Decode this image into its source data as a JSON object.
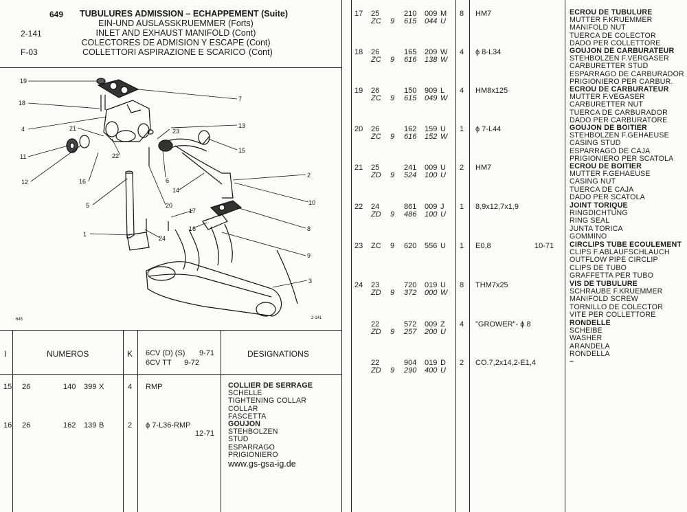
{
  "header": {
    "page_number": "649",
    "ref1": "2-141",
    "ref2": "F-03",
    "title_fr": "TUBULURES ADMISSION – ECHAPPEMENT (Suite)",
    "title_de": "EIN-UND AUSLASSKRUEMMER (Forts)",
    "title_en": "INLET AND EXHAUST MANIFOLD (Cont)",
    "title_es": "COLECTORES DE ADMISION Y ESCAPE (Cont)",
    "title_it": "COLLETTORI ASPIRAZIONE E SCARICO",
    "title_it_cont": "(Cont)"
  },
  "diagram": {
    "callouts": [
      "19",
      "18",
      "4",
      "21",
      "11",
      "12",
      "22",
      "16",
      "23",
      "13",
      "7",
      "15",
      "6",
      "14",
      "2",
      "10",
      "5",
      "20",
      "17",
      "1",
      "24",
      "16",
      "8",
      "9",
      "3"
    ],
    "corner_left": "645",
    "corner_right": "2-141"
  },
  "table_head": {
    "col_i": "I",
    "col_numeros": "NUMEROS",
    "col_k": "K",
    "model1": "6CV (D) (S)",
    "model1_date": "9-71",
    "model2": "6CV TT",
    "model2_date": "9-72",
    "col_designations": "DESIGNATIONS"
  },
  "left_rows": [
    {
      "i": "15",
      "n1": "26",
      "n2": "140",
      "n3": "399",
      "n4": "X",
      "k": "4",
      "spec": "RMP",
      "date": "",
      "desig": [
        "COLLIER DE SERRAGE",
        "SCHELLE",
        "TIGHTENING COLLAR",
        "COLLAR",
        "FASCETTA"
      ]
    },
    {
      "i": "16",
      "n1": "26",
      "n2": "162",
      "n3": "139",
      "n4": "B",
      "k": "2",
      "spec": "ϕ 7-L36-RMP",
      "date": "12-71",
      "desig": [
        "GOUJON",
        "STEHBOLZEN",
        "STUD",
        "ESPARRAGO",
        "PRIGIONIERO"
      ]
    }
  ],
  "website": "www.gs-gsa-ig.de",
  "right_rows": [
    {
      "i": "17",
      "a1": "25",
      "a2": "210",
      "a3": "009",
      "a4": "M",
      "b1": "ZC",
      "b2": "9",
      "b3": "615",
      "b4": "044",
      "b5": "U",
      "k": "8",
      "spec": "HM7",
      "date": "",
      "desig": [
        "ECROU DE TUBULURE",
        "MUTTER F.KRUEMMER",
        "MANIFOLD NUT",
        "TUERCA DE COLECTOR",
        "DADO PER COLLETTORE"
      ]
    },
    {
      "i": "18",
      "a1": "26",
      "a2": "165",
      "a3": "209",
      "a4": "W",
      "b1": "ZC",
      "b2": "9",
      "b3": "616",
      "b4": "138",
      "b5": "W",
      "k": "4",
      "spec": "ϕ 8-L34",
      "date": "",
      "desig": [
        "GOUJON DE CARBURATEUR",
        "STEHBOLZEN F.VERGASER",
        "CARBURETTER STUD",
        "ESPARRAGO DE CARBURADOR",
        "PRIGIONIERO PER CARBUR."
      ]
    },
    {
      "i": "19",
      "a1": "26",
      "a2": "150",
      "a3": "909",
      "a4": "L",
      "b1": "ZC",
      "b2": "9",
      "b3": "615",
      "b4": "049",
      "b5": "W",
      "k": "4",
      "spec": "HM8x125",
      "date": "",
      "desig": [
        "ECROU DE CARBURATEUR",
        "MUTTER F.VEGASER",
        "CARBURETTER NUT",
        "TUERCA DE CARBURADOR",
        "DADO PER CARBURATORE"
      ]
    },
    {
      "i": "20",
      "a1": "26",
      "a2": "162",
      "a3": "159",
      "a4": "U",
      "b1": "ZC",
      "b2": "9",
      "b3": "616",
      "b4": "152",
      "b5": "W",
      "k": "1",
      "spec": "ϕ 7-L44",
      "date": "",
      "desig": [
        "GOUJON DE BOITIER",
        "STEHBOLZEN F.GEHAEUSE",
        "CASING STUD",
        "ESPARRAGO DE CAJA",
        "PRIGIONIERO PER SCATOLA"
      ]
    },
    {
      "i": "21",
      "a1": "25",
      "a2": "241",
      "a3": "009",
      "a4": "U",
      "b1": "ZD",
      "b2": "9",
      "b3": "524",
      "b4": "100",
      "b5": "U",
      "k": "2",
      "spec": "HM7",
      "date": "",
      "desig": [
        "ECROU DE BOITIER",
        "MUTTER F.GEHAEUSE",
        "CASING NUT",
        "TUERCA DE CAJA",
        "DADO PER SCATOLA"
      ]
    },
    {
      "i": "22",
      "a1": "24",
      "a2": "861",
      "a3": "009",
      "a4": "J",
      "b1": "ZD",
      "b2": "9",
      "b3": "486",
      "b4": "100",
      "b5": "U",
      "k": "1",
      "spec": "8,9x12,7x1,9",
      "date": "",
      "desig": [
        "JOINT TORIQUE",
        "RINGDICHTUNG",
        "RING SEAL",
        "JUNTA TORICA",
        "GOMMINO"
      ]
    },
    {
      "i": "23",
      "a1": "ZC",
      "a2": "9",
      "a3": "620",
      "a4": "556",
      "a5": "U",
      "k": "1",
      "spec": "E0,8",
      "date": "10-71",
      "desig": [
        "CIRCLIPS TUBE ECOULEMENT",
        "CLIPS F.ABLAUFSCHLAUCH",
        "OUTFLOW PIPE CIRCLIP",
        "CLIPS DE TUBO",
        "GRAFFETTA PER TUBO"
      ]
    },
    {
      "i": "24",
      "a1": "23",
      "a2": "720",
      "a3": "019",
      "a4": "U",
      "b1": "ZD",
      "b2": "9",
      "b3": "372",
      "b4": "000",
      "b5": "W",
      "k": "8",
      "spec": "THM7x25",
      "date": "",
      "desig": [
        "VIS DE TUBULURE",
        "SCHRAUBE F.KRUEMMER",
        "MANIFOLD SCREW",
        "TORNILLO DE COLECTOR",
        "VITE PER COLLETTORE"
      ]
    },
    {
      "i": "",
      "a1": "22",
      "a2": "572",
      "a3": "009",
      "a4": "Z",
      "b1": "ZD",
      "b2": "9",
      "b3": "257",
      "b4": "200",
      "b5": "U",
      "k": "4",
      "spec": "\"GROWER\"- ϕ 8",
      "date": "",
      "desig": [
        "RONDELLE",
        "SCHEIBE",
        "WASHER",
        "ARANDELA",
        "RONDELLA"
      ]
    },
    {
      "i": "",
      "a1": "22",
      "a2": "904",
      "a3": "019",
      "a4": "D",
      "b1": "ZD",
      "b2": "9",
      "b3": "290",
      "b4": "400",
      "b5": "U",
      "k": "2",
      "spec": "CO.7,2x14,2-E1,4",
      "date": "",
      "desig": [
        "–"
      ]
    }
  ]
}
